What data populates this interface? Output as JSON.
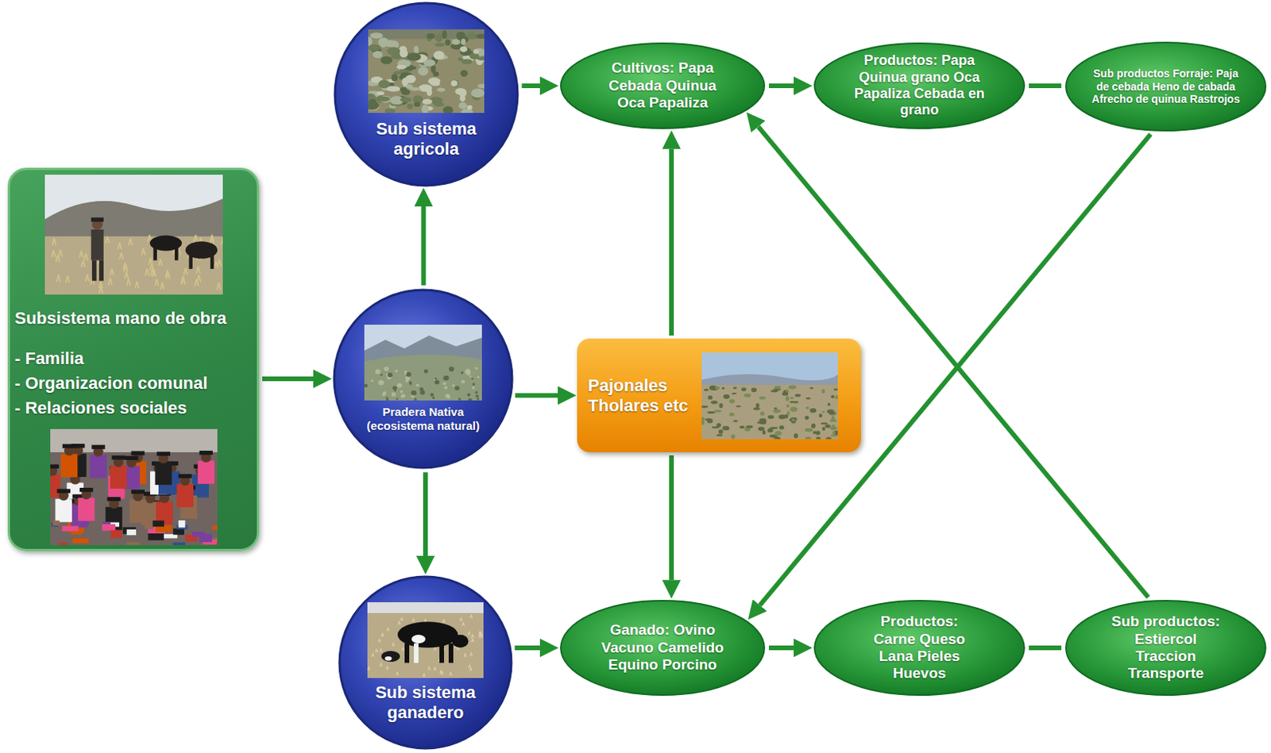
{
  "diagram": {
    "nodes": [
      {
        "text": [
          "Subsistema mano de obra",
          "- Familia",
          "- Organizacion comunal",
          "- Relaciones sociales"
        ]
      },
      {
        "text": [
          "Sub sistema agricola"
        ]
      },
      {
        "text": [
          "Pradera Nativa (ecosistema natural)"
        ]
      },
      {
        "text": [
          "Sub sistema ganadero"
        ]
      },
      {
        "text": [
          "Pajonales Tholares etc"
        ]
      },
      {
        "text": [
          "Cultivos: Papa Cebada Quinua Oca Papaliza"
        ]
      },
      {
        "text": [
          "Productos: Papa Quinua grano Oca Papaliza Cebada en grano"
        ]
      },
      {
        "text": [
          "Sub productos Forraje: Paja de cebada Heno de cabada Afrecho de quinua Rastrojos"
        ]
      },
      {
        "text": [
          "Ganado: Ovino Vacuno Camelido Equino Porcino"
        ]
      },
      {
        "text": [
          "Productos: Carne Queso Lana Pieles Huevos"
        ]
      },
      {
        "text": [
          "Sub productos: Estiercol Traccion Transporte"
        ]
      }
    ],
    "edges": [
      {
        "from": 0,
        "to": 2,
        "arrow": "to"
      },
      {
        "from": 2,
        "to": 1,
        "arrow": "to"
      },
      {
        "from": 2,
        "to": 3,
        "arrow": "to"
      },
      {
        "from": 2,
        "to": 4,
        "arrow": "to"
      },
      {
        "from": 1,
        "to": 5,
        "arrow": "to"
      },
      {
        "from": 5,
        "to": 6,
        "arrow": "to"
      },
      {
        "from": 6,
        "to": 7,
        "arrow": "none"
      },
      {
        "from": 4,
        "to": 5,
        "arrow": "to"
      },
      {
        "from": 4,
        "to": 8,
        "arrow": "to"
      },
      {
        "from": 3,
        "to": 8,
        "arrow": "to"
      },
      {
        "from": 8,
        "to": 9,
        "arrow": "to"
      },
      {
        "from": 9,
        "to": 10,
        "arrow": "none"
      },
      {
        "from": 7,
        "to": 8,
        "arrow": "to"
      },
      {
        "from": 10,
        "to": 5,
        "arrow": "to"
      }
    ]
  }
}
